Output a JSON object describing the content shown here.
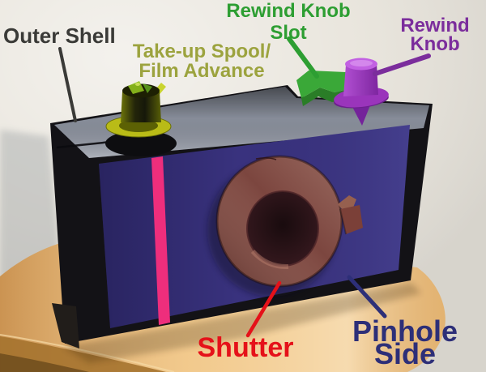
{
  "figure": {
    "subject": "Annotated photo of a handmade cardboard pinhole camera standing on a wooden stool"
  },
  "annotations": [
    {
      "id": "outer-shell",
      "lines": [
        "Outer Shell"
      ],
      "color": "#3a3a37"
    },
    {
      "id": "takeup-spool",
      "lines": [
        "Take-up Spool/",
        "Film Advance"
      ],
      "color": "#9ca33e"
    },
    {
      "id": "rewind-knob-slot",
      "lines": [
        "Rewind Knob",
        "Slot"
      ],
      "color": "#2d9e32"
    },
    {
      "id": "rewind-knob",
      "lines": [
        "Rewind",
        "Knob"
      ],
      "color": "#7b2d9c"
    },
    {
      "id": "shutter",
      "lines": [
        "Shutter"
      ],
      "color": "#e51119"
    },
    {
      "id": "pinhole-side",
      "lines": [
        "Pinhole",
        "Side"
      ],
      "color": "#2d2f78"
    }
  ],
  "colors": {
    "background": "#e8e4db",
    "wood": "#eec07f",
    "wood_rim": "#a5732f",
    "body_black": "#131216",
    "top_face": "#8e94a1",
    "front_purple": "#39327e",
    "stripe_pink": "#ee2e7c",
    "shutter_ring": "#7c463f",
    "shutter_recess": "#37191f",
    "shutter_tab": "#7b4038",
    "spool_olive": "#b9bb17",
    "spool_stick": "#c9d42e",
    "slot_green": "#3aa838",
    "knob_purple": "#9a35bb"
  }
}
